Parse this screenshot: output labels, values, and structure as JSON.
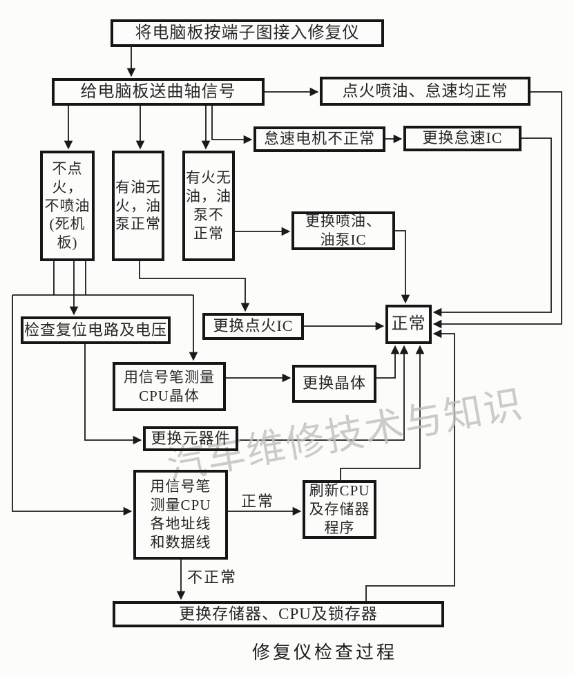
{
  "diagram": {
    "caption": "修复仪检查过程",
    "watermark": "汽车维修技术与知识"
  },
  "nodes": {
    "connect_board": {
      "label": "将电脑板按端子图接入修复仪"
    },
    "crank_signal": {
      "label": "给电脑板送曲轴信号"
    },
    "all_normal": {
      "label": "点火喷油、怠速均正常"
    },
    "idle_motor_abnormal": {
      "label": "怠速电机不正常"
    },
    "replace_idle_ic": {
      "label": "更换怠速IC"
    },
    "no_ignition": {
      "label": "不点火，\n不喷油\n(死机\n板)"
    },
    "fuel_no_fire": {
      "label": "有油无\n火，油\n泵正常"
    },
    "fire_no_fuel": {
      "label": "有火无\n油，油\n泵不\n正常"
    },
    "replace_injection_pump_ic": {
      "label": "更换喷油、\n油泵IC"
    },
    "check_reset_circuit": {
      "label": "检查复位电路及电压"
    },
    "replace_ignition_ic": {
      "label": "更换点火IC"
    },
    "normal": {
      "label": "正常"
    },
    "measure_cpu_crystal": {
      "label": "用信号笔测量\nCPU晶体"
    },
    "replace_crystal": {
      "label": "更换晶体"
    },
    "replace_components": {
      "label": "更换元器件"
    },
    "measure_cpu_lines": {
      "label": "用信号笔\n测量CPU\n各地址线\n和数据线"
    },
    "refresh_cpu_memory": {
      "label": "刷新CPU\n及存储器\n程序"
    },
    "replace_memory_cpu_latch": {
      "label": "更换存储器、CPU及锁存器"
    }
  },
  "edge_labels": {
    "normal": "正常",
    "abnormal": "不正常"
  },
  "colors": {
    "line": "#1a1a1a",
    "box_border": "#161616",
    "text": "#262626",
    "watermark": "#bfbfbf",
    "background": "#fcfcfb"
  }
}
